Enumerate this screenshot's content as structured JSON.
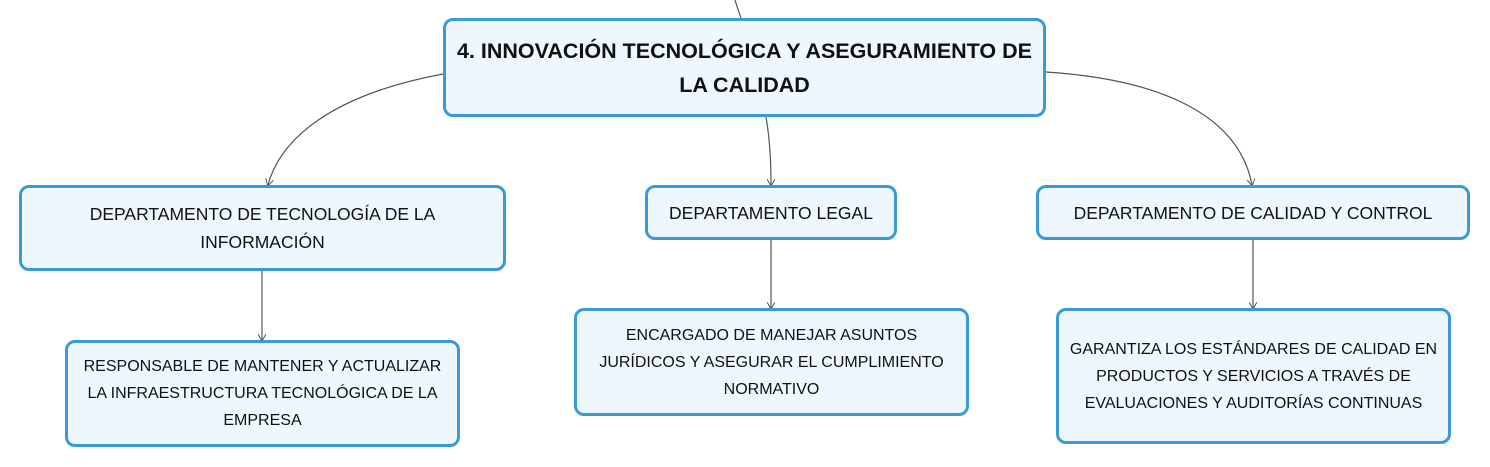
{
  "root": {
    "label": "4. INNOVACIÓN TECNOLÓGICA Y ASEGURAMIENTO DE LA CALIDAD"
  },
  "departments": [
    {
      "label": "DEPARTAMENTO DE TECNOLOGÍA DE LA INFORMACIÓN",
      "description": "RESPONSABLE DE MANTENER Y ACTUALIZAR LA INFRAESTRUCTURA TECNOLÓGICA DE LA EMPRESA"
    },
    {
      "label": "DEPARTAMENTO LEGAL",
      "description": "ENCARGADO DE MANEJAR ASUNTOS JURÍDICOS Y ASEGURAR EL CUMPLIMIENTO NORMATIVO"
    },
    {
      "label": "DEPARTAMENTO DE CALIDAD Y CONTROL",
      "description": "GARANTIZA LOS ESTÁNDARES DE CALIDAD EN PRODUCTOS Y SERVICIOS A TRAVÉS DE EVALUACIONES Y AUDITORÍAS CONTINUAS"
    }
  ],
  "colors": {
    "node_border": "#3a9ad9",
    "node_fill": "#eef7fd",
    "connector": "#555555",
    "text": "#111111"
  }
}
